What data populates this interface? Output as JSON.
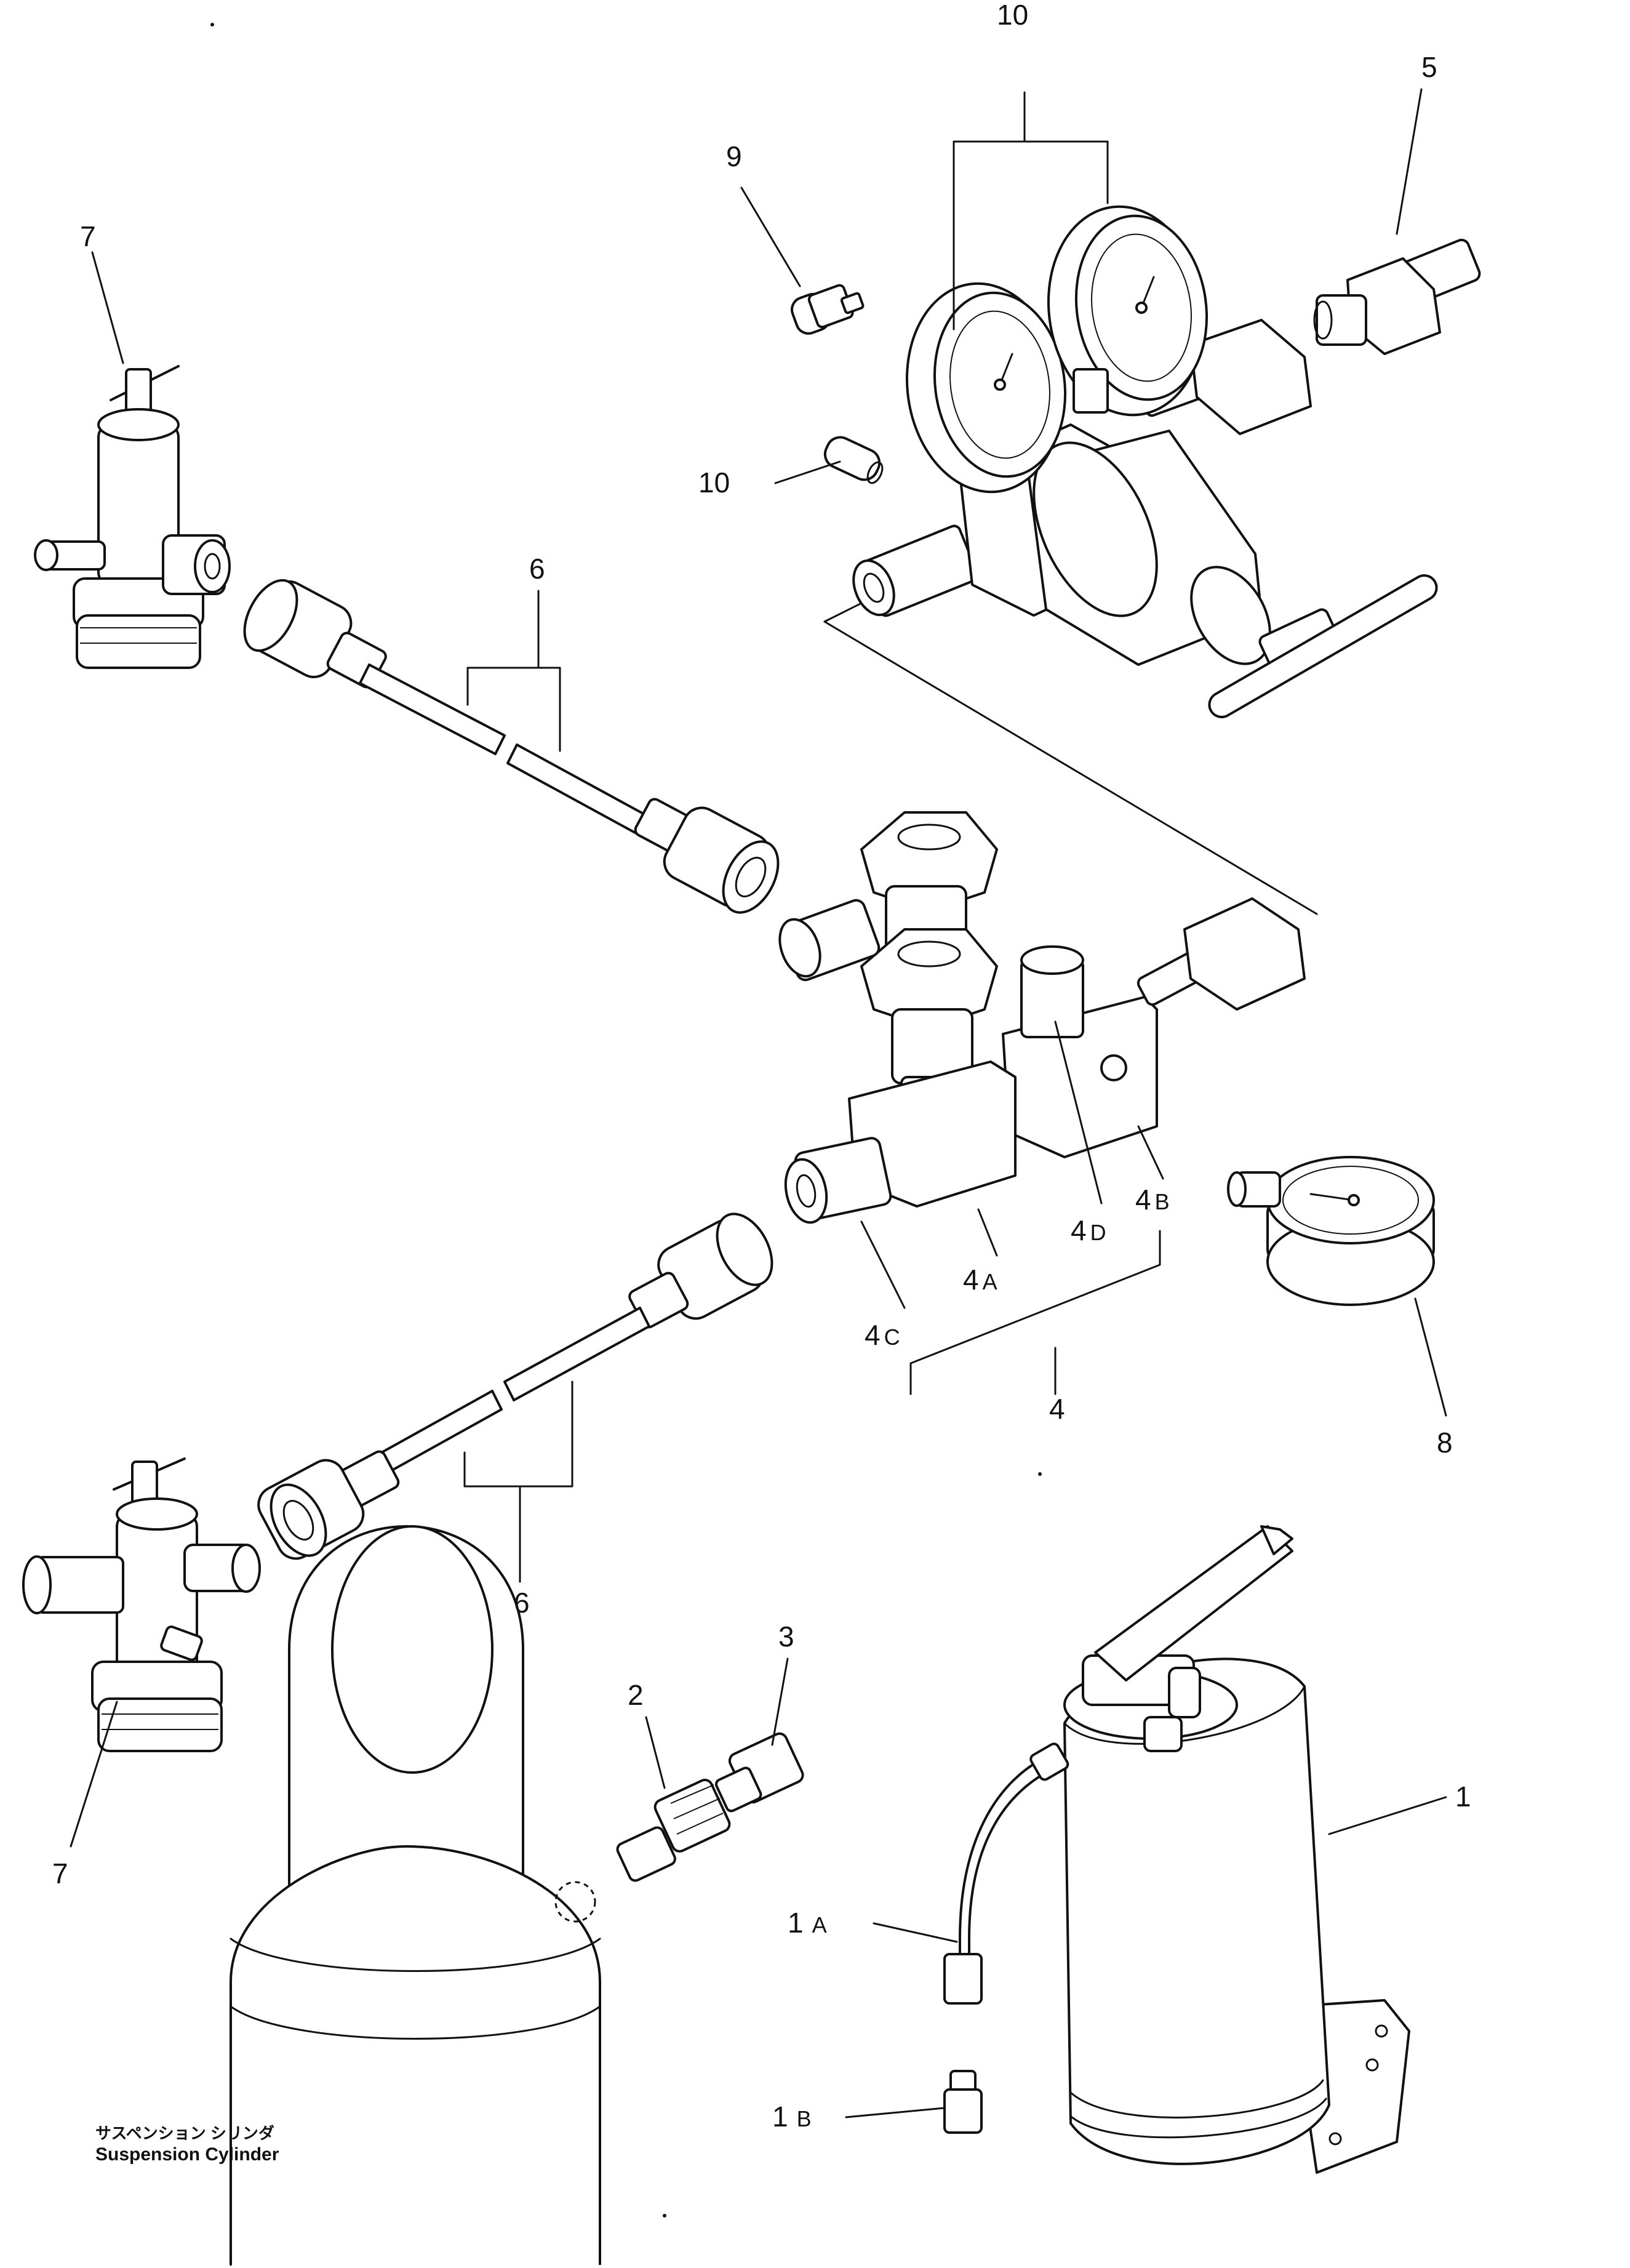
{
  "labels": {
    "l1": "1",
    "l1a_main": "1",
    "l1a_sub": "A",
    "l1b_main": "1",
    "l1b_sub": "B",
    "l2": "2",
    "l3": "3",
    "l4": "4",
    "l4a_main": "4",
    "l4a_sub": "A",
    "l4b_main": "4",
    "l4b_sub": "B",
    "l4c_main": "4",
    "l4c_sub": "C",
    "l4d_main": "4",
    "l4d_sub": "D",
    "l5": "5",
    "l6_top": "6",
    "l6_bottom": "6",
    "l7_top": "7",
    "l7_bottom": "7",
    "l8": "8",
    "l9": "9",
    "l10_top": "10",
    "l10_left": "10"
  },
  "caption": {
    "japanese": "サスペンション シリンダ",
    "english": "Suspension Cylinder"
  }
}
